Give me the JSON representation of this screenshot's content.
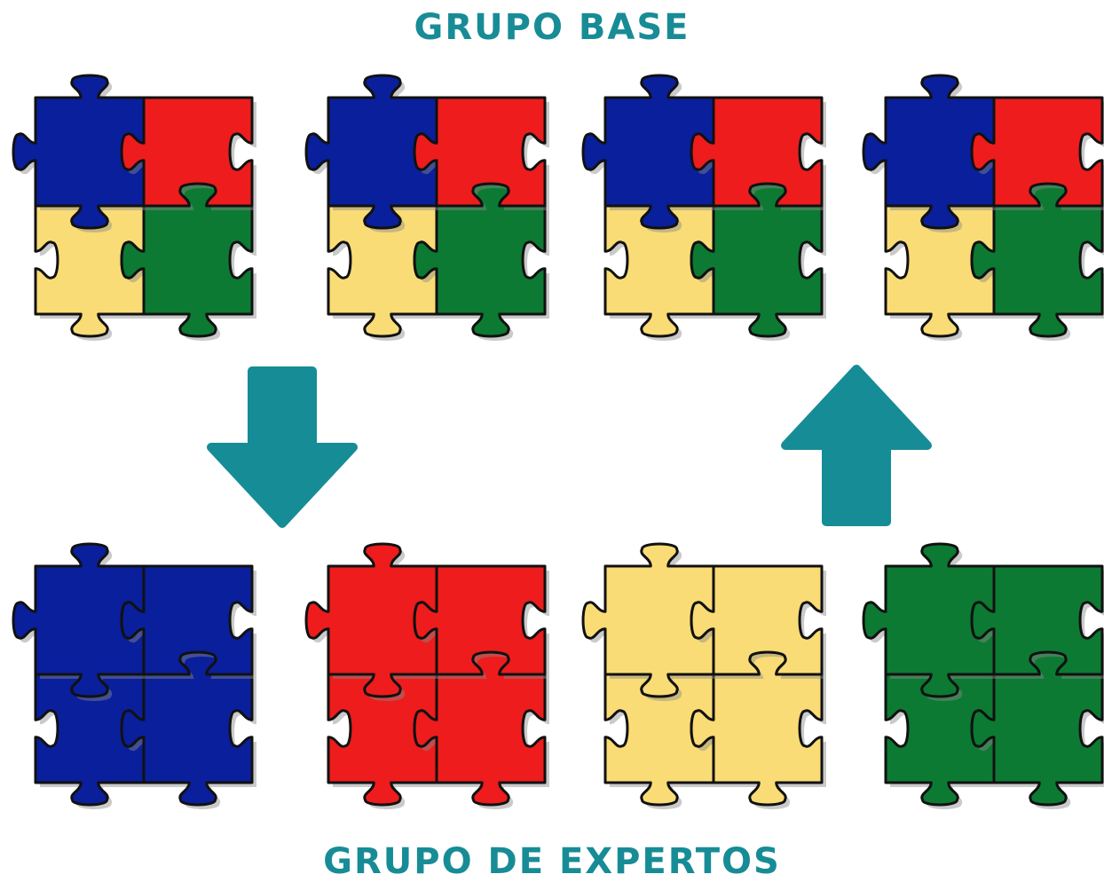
{
  "titles": {
    "top": "GRUPO BASE",
    "bottom": "GRUPO DE EXPERTOS"
  },
  "colors": {
    "blue": "#0a1f9c",
    "red": "#ee1c1c",
    "yellow": "#f9dc75",
    "green": "#0c7a33",
    "arrow": "#168c96",
    "title": "#178c96",
    "outline": "#111111"
  },
  "arrows": [
    {
      "name": "arrow-down",
      "direction": "down"
    },
    {
      "name": "arrow-up",
      "direction": "up"
    }
  ],
  "base_groups": [
    {
      "name": "base-group-1",
      "pieces": [
        "blue",
        "red",
        "yellow",
        "green"
      ]
    },
    {
      "name": "base-group-2",
      "pieces": [
        "blue",
        "red",
        "yellow",
        "green"
      ]
    },
    {
      "name": "base-group-3",
      "pieces": [
        "blue",
        "red",
        "yellow",
        "green"
      ]
    },
    {
      "name": "base-group-4",
      "pieces": [
        "blue",
        "red",
        "yellow",
        "green"
      ]
    }
  ],
  "expert_groups": [
    {
      "name": "expert-group-blue",
      "pieces": [
        "blue",
        "blue",
        "blue",
        "blue"
      ]
    },
    {
      "name": "expert-group-red",
      "pieces": [
        "red",
        "red",
        "red",
        "red"
      ]
    },
    {
      "name": "expert-group-yellow",
      "pieces": [
        "yellow",
        "yellow",
        "yellow",
        "yellow"
      ]
    },
    {
      "name": "expert-group-green",
      "pieces": [
        "green",
        "green",
        "green",
        "green"
      ]
    }
  ]
}
